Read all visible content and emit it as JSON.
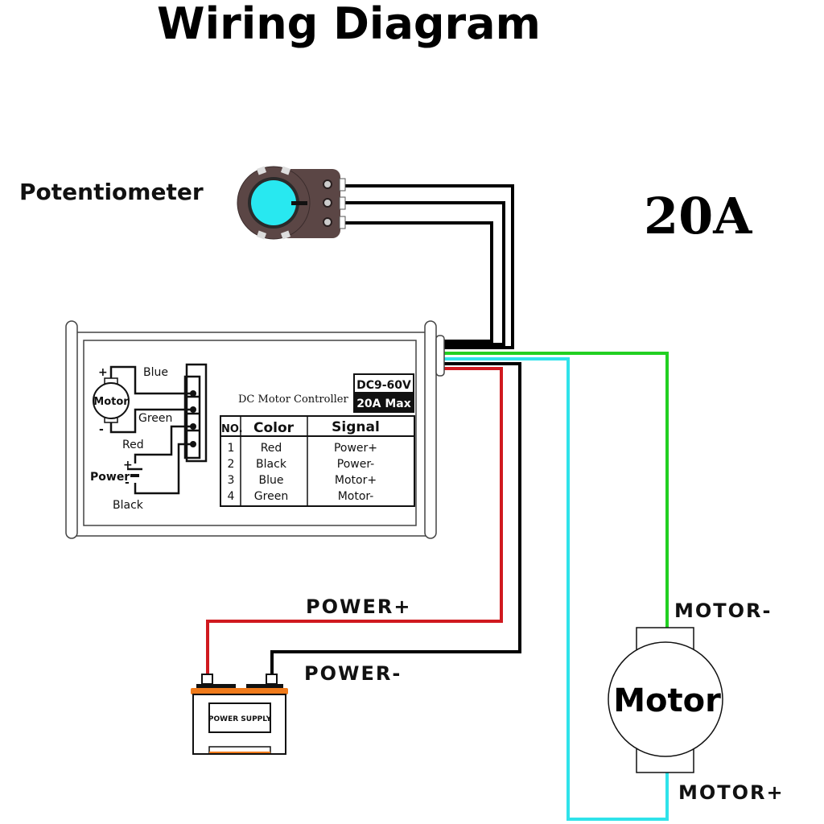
{
  "title": "Wiring Diagram",
  "rating_label": "20A",
  "potentiometer": {
    "label": "Potentiometer"
  },
  "controller": {
    "name": "DC Motor Controller",
    "voltage": "DC9-60V",
    "current": "20A Max",
    "mini_schematic": {
      "motor_label": "Motor",
      "plus": "+",
      "minus": "-",
      "power_label": "Power",
      "wire_labels": {
        "blue": "Blue",
        "green": "Green",
        "red": "Red",
        "black": "Black"
      }
    },
    "table": {
      "headers": [
        "NO.",
        "Color",
        "Signal"
      ],
      "rows": [
        {
          "no": "1",
          "color": "Red",
          "signal": "Power+"
        },
        {
          "no": "2",
          "color": "Black",
          "signal": "Power-"
        },
        {
          "no": "3",
          "color": "Blue",
          "signal": "Motor+"
        },
        {
          "no": "4",
          "color": "Green",
          "signal": "Motor-"
        }
      ]
    }
  },
  "wires": {
    "power_plus": {
      "label": "POWER+",
      "color": "#d0191f"
    },
    "power_minus": {
      "label": "POWER-",
      "color": "#000000"
    },
    "motor_minus": {
      "label": "MOTOR-",
      "color": "#22d022"
    },
    "motor_plus": {
      "label": "MOTOR+",
      "color": "#2fe3ea"
    }
  },
  "battery": {
    "label": "POWER SUPPLY",
    "accent": "#f07a1a"
  },
  "motor": {
    "label": "Motor"
  },
  "colors": {
    "pot_body": "#5b4645",
    "pot_knob": "#28e8f0"
  }
}
